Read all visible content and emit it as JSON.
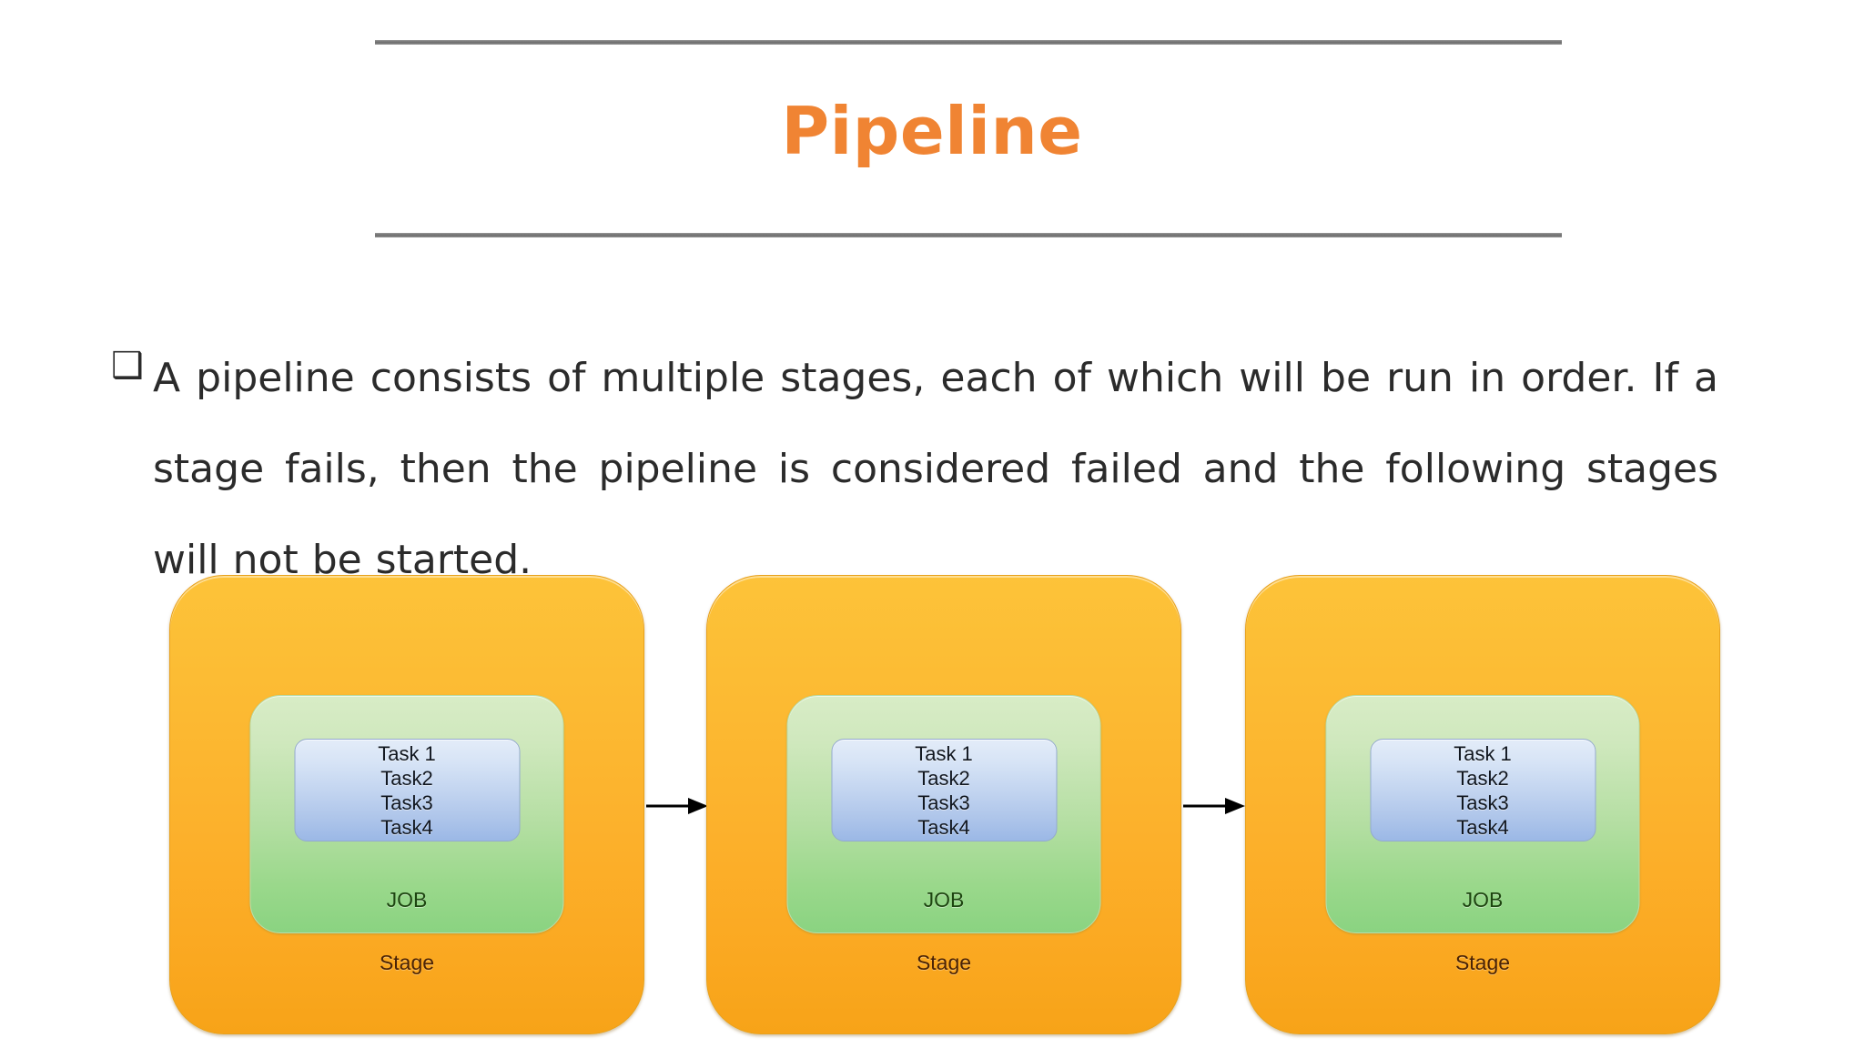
{
  "slide": {
    "title": "Pipeline",
    "title_color": "#f08433",
    "rule_color": "#7a7a7a",
    "background": "#ffffff"
  },
  "body": {
    "bullet_glyph": "❑",
    "bullet_icon_name": "hollow-square-bullet-icon",
    "text": "A pipeline consists of multiple stages, each of which will be run in order. If a stage fails, then the pipeline is considered failed and the following stages will not be started.",
    "text_color": "#2b2b2b"
  },
  "diagram": {
    "stage_fill": "#fcb12c",
    "job_fill": "#a9da98",
    "task_fill": "#c3d5f0",
    "arrow_color": "#000000",
    "stages": [
      {
        "label": "Stage",
        "job": {
          "label": "JOB",
          "tasks": [
            "Task 1",
            "Task2",
            "Task3",
            "Task4"
          ]
        }
      },
      {
        "label": "Stage",
        "job": {
          "label": "JOB",
          "tasks": [
            "Task 1",
            "Task2",
            "Task3",
            "Task4"
          ]
        }
      },
      {
        "label": "Stage",
        "job": {
          "label": "JOB",
          "tasks": [
            "Task 1",
            "Task2",
            "Task3",
            "Task4"
          ]
        }
      }
    ],
    "arrows": [
      {
        "name": "arrow-stage1-to-stage2"
      },
      {
        "name": "arrow-stage2-to-stage3"
      }
    ]
  }
}
